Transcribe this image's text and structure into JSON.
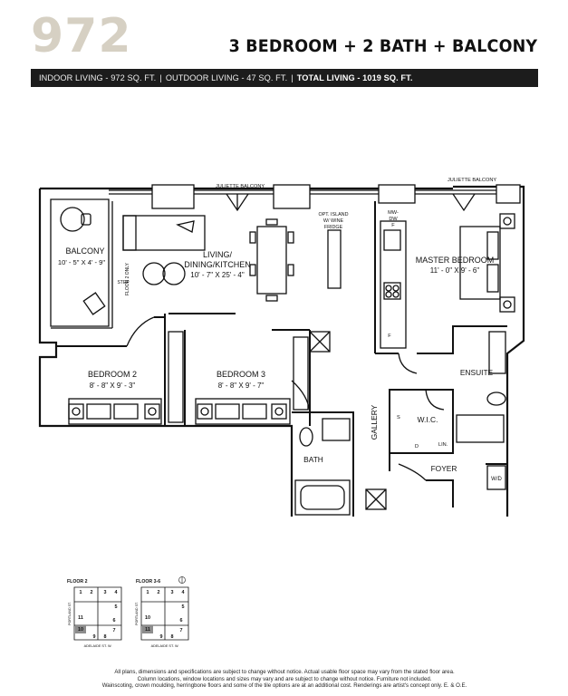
{
  "header": {
    "unit_number": "972",
    "headline": "3 BEDROOM + 2 BATH + BALCONY"
  },
  "summary_bar": {
    "indoor": "INDOOR LIVING - 972 SQ. FT.",
    "outdoor": "OUTDOOR LIVING - 47 SQ. FT.",
    "total": "TOTAL LIVING - 1019 SQ. FT.",
    "separator": "|"
  },
  "plan": {
    "juliette_left": "JULIETTE BALCONY",
    "juliette_right": "JULIETTE BALCONY",
    "balcony_name": "BALCONY",
    "balcony_dims": "10' - 5\" X 4' - 9\"",
    "step_line1": "STEP",
    "step_line2": "FLOOR 2 ONLY",
    "living_line1": "LIVING/",
    "living_line2": "DINING/KITCHEN",
    "living_dims": "10' - 7\" X 25' - 4\"",
    "island_line1": "OPT. ISLAND",
    "island_line2": "W/ WINE",
    "island_line3": "FRIDGE",
    "mw_label": "MW-",
    "dw_label": "DW",
    "f_label": "F",
    "fridge_label": "F",
    "master_name": "MASTER BEDROOM",
    "master_dims": "11' - 0\" X 9' - 6\"",
    "bedroom2_name": "BEDROOM 2",
    "bedroom2_dims": "8' - 8\" X 9' - 3\"",
    "bedroom3_name": "BEDROOM 3",
    "bedroom3_dims": "8' - 8\" X 9' - 7\"",
    "ensuite": "ENSUITE",
    "gallery": "GALLERY",
    "wic": "W.I.C.",
    "shelf_s": "S",
    "shelf_d": "D",
    "linen": "LIN.",
    "bath": "BATH",
    "foyer": "FOYER",
    "wd": "W/D"
  },
  "key_plans": {
    "floor2_title": "FLOOR 2",
    "floor36_title": "FLOOR 3-6",
    "street_side": "PORTLAND ST.",
    "street_bottom": "ADELAIDE ST. W.",
    "floor2_units": [
      "1",
      "2",
      "3",
      "4",
      "5",
      "6",
      "7",
      "8",
      "9",
      "10",
      "11"
    ],
    "floor36_units": [
      "1",
      "2",
      "3",
      "4",
      "5",
      "6",
      "7",
      "8",
      "9",
      "10",
      "11"
    ],
    "floor2_highlight": "10",
    "floor36_highlight": "11"
  },
  "disclaimer": {
    "line1": "All plans, dimensions and specifications are subject to change without notice. Actual usable floor space may vary from the stated floor area.",
    "line2": "Column locations, window locations and sizes may vary and are subject to change without notice. Furniture not included.",
    "line3": "Wainscoting, crown moulding, herringbone floors and some of the tile options are at an additional cost. Renderings are artist's concept only. E. & O.E."
  },
  "colors": {
    "unit_number": "#d6d0c3",
    "bar_background": "#1c1c1c",
    "line": "#111111",
    "highlight_unit": "#8c8c8c"
  }
}
